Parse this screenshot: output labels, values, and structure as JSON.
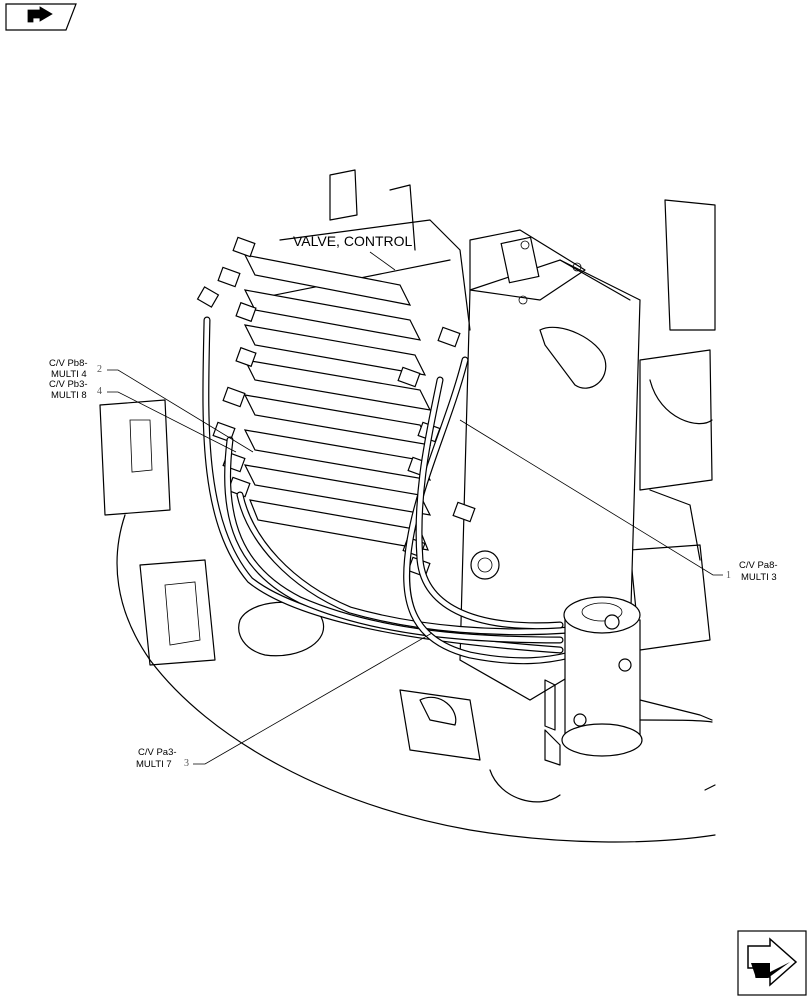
{
  "title": "VALVE, CONTROL",
  "callouts": [
    {
      "num": "2",
      "line1": "C/V Pb8-",
      "line2": "MULTI 4"
    },
    {
      "num": "4",
      "line1": "C/V Pb3-",
      "line2": "MULTI 8"
    },
    {
      "num": "1",
      "line1": "C/V Pa8-",
      "line2": "MULTI 3"
    },
    {
      "num": "3",
      "line1": "C/V Pa3-",
      "line2": "MULTI 7"
    }
  ],
  "icons": {
    "top_left": "nav-back-arrow-icon",
    "bottom_right": "next-page-arrow-icon"
  }
}
